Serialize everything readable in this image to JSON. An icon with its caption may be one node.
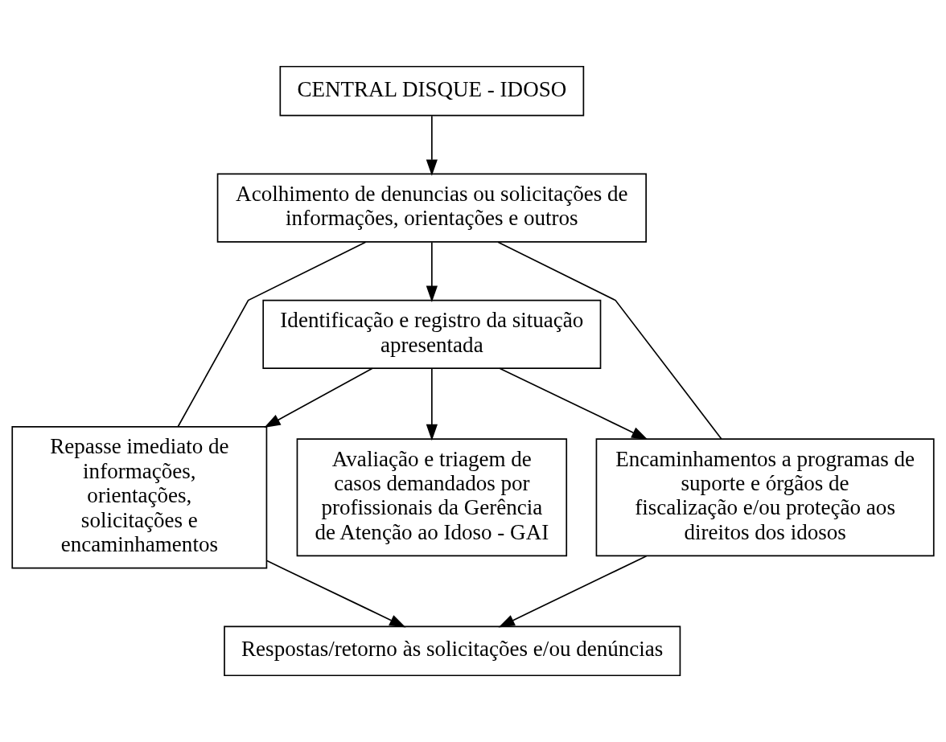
{
  "diagram": {
    "nodes": [
      {
        "text": [
          "CENTRAL DISQUE - IDOSO"
        ]
      },
      {
        "text": [
          "Acolhimento de denuncias ou solicitações de informações, orientações e outros"
        ]
      },
      {
        "text": [
          "Identificação e registro da situação apresentada"
        ]
      },
      {
        "text": [
          "Repasse imediato de informações, orientações, solicitações e encaminhamentos"
        ]
      },
      {
        "text": [
          "Avaliação e triagem de casos demandados por profissionais da Gerência de Atenção ao Idoso - GAI"
        ]
      },
      {
        "text": [
          "Encaminhamentos a programas de suporte e órgãos de fiscalização e/ou proteção aos direitos dos idosos"
        ]
      },
      {
        "text": [
          "Respostas/retorno às solicitações e/ou denúncias"
        ]
      }
    ],
    "edges": [
      {
        "from": 0,
        "to": 1,
        "arrow": "to"
      },
      {
        "from": 1,
        "to": 2,
        "arrow": "to"
      },
      {
        "from": 1,
        "to": 3,
        "arrow": "none"
      },
      {
        "from": 1,
        "to": 5,
        "arrow": "none"
      },
      {
        "from": 2,
        "to": 3,
        "arrow": "to"
      },
      {
        "from": 2,
        "to": 4,
        "arrow": "to"
      },
      {
        "from": 2,
        "to": 5,
        "arrow": "to"
      },
      {
        "from": 3,
        "to": 6,
        "arrow": "to"
      },
      {
        "from": 5,
        "to": 6,
        "arrow": "to"
      }
    ]
  }
}
